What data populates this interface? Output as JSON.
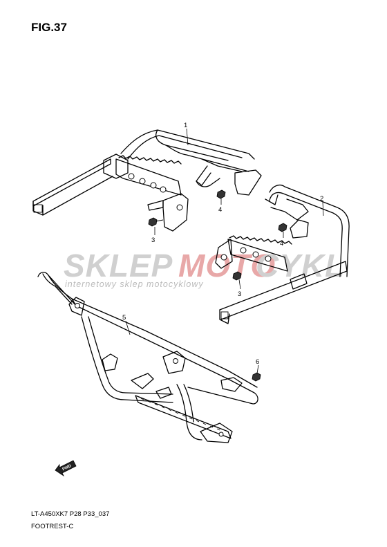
{
  "figure": {
    "title": "FIG.37"
  },
  "callouts": [
    {
      "id": "1",
      "label": "1"
    },
    {
      "id": "2",
      "label": "2"
    },
    {
      "id": "3a",
      "label": "3"
    },
    {
      "id": "3b",
      "label": "3"
    },
    {
      "id": "4a",
      "label": "4"
    },
    {
      "id": "4b",
      "label": "4"
    },
    {
      "id": "5",
      "label": "5"
    },
    {
      "id": "6",
      "label": "6"
    }
  ],
  "watermark": {
    "main_a": "SKLEP",
    "main_b": "MOTO",
    "main_c": "CYKL",
    "tagline": "internetowy sklep motocyklowy",
    "color_grey": "#c8c8c8",
    "color_red": "#e59a9a"
  },
  "fwd_badge": "FWD",
  "footer": {
    "model_code": "LT-A450XK7 P28 P33_037",
    "section_name": "FOOTREST-C"
  }
}
